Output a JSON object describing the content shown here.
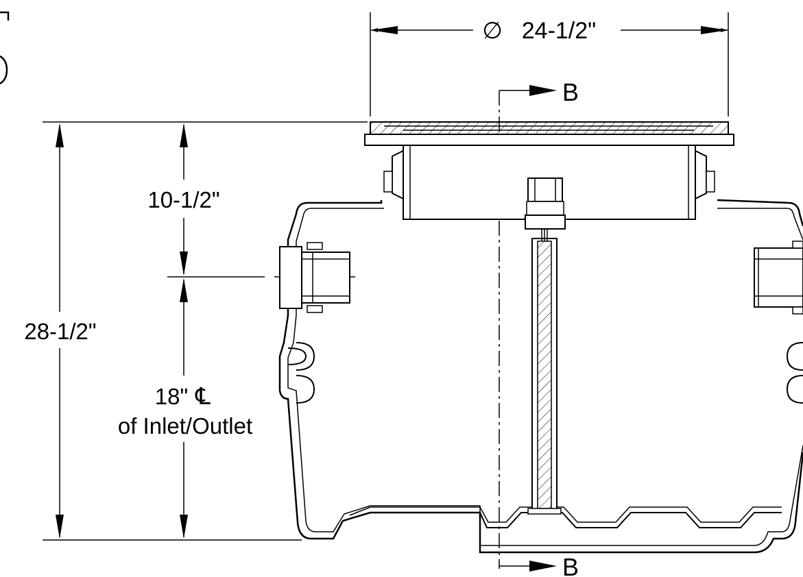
{
  "dimensions": {
    "diameter": {
      "symbol": "∅",
      "label": "24-1/2\""
    },
    "height_lid_to_inlet": "10-1/2\"",
    "total_height": "28-1/2\"",
    "inlet_centerline_height": "18\"",
    "centerline_symbol": "℄",
    "inlet_outlet_caption": "of Inlet/Outlet"
  },
  "section_markers": {
    "top": "B",
    "bottom": "B"
  },
  "colors": {
    "line": "#000000",
    "background": "#ffffff"
  }
}
